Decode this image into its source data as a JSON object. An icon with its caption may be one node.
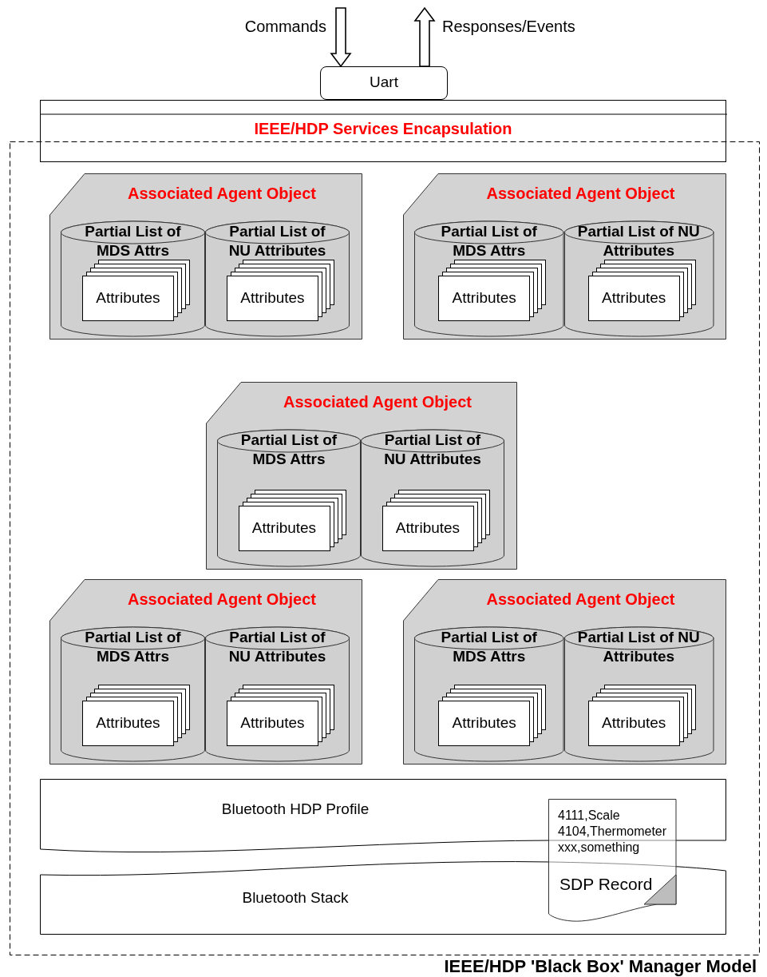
{
  "diagram": {
    "nodes": [
      {
        "text": [
          "IEEE/HDP 'Black Box' Manager Model"
        ]
      },
      {
        "text": [
          "Uart"
        ]
      },
      {
        "text": [
          "IEEE/HDP Services Encapsulation"
        ]
      },
      {
        "text": [
          "Associated Agent Object"
        ],
        "in": 0
      },
      {
        "text": [
          "Partial List of MDS Attrs"
        ],
        "in": 3
      },
      {
        "text": [
          "Attributes"
        ],
        "in": 4
      },
      {
        "text": [
          "Partial List of NU Attributes"
        ],
        "in": 3
      },
      {
        "text": [
          "Attributes"
        ],
        "in": 6
      },
      {
        "text": [
          "Associated Agent Object"
        ],
        "in": 0
      },
      {
        "text": [
          "Partial List of MDS Attrs"
        ],
        "in": 8
      },
      {
        "text": [
          "Attributes"
        ],
        "in": 9
      },
      {
        "text": [
          "Partial List of NU Attributes"
        ],
        "in": 8
      },
      {
        "text": [
          "Attributes"
        ],
        "in": 11
      },
      {
        "text": [
          "Associated Agent Object"
        ],
        "in": 0
      },
      {
        "text": [
          "Partial List of MDS Attrs"
        ],
        "in": 13
      },
      {
        "text": [
          "Attributes"
        ],
        "in": 14
      },
      {
        "text": [
          "Partial List of NU Attributes"
        ],
        "in": 13
      },
      {
        "text": [
          "Attributes"
        ],
        "in": 16
      },
      {
        "text": [
          "Associated Agent Object"
        ],
        "in": 0
      },
      {
        "text": [
          "Partial List of MDS Attrs"
        ],
        "in": 18
      },
      {
        "text": [
          "Attributes"
        ],
        "in": 19
      },
      {
        "text": [
          "Partial List of NU Attributes"
        ],
        "in": 18
      },
      {
        "text": [
          "Attributes"
        ],
        "in": 21
      },
      {
        "text": [
          "Associated Agent Object"
        ],
        "in": 0
      },
      {
        "text": [
          "Partial List of MDS Attrs"
        ],
        "in": 23
      },
      {
        "text": [
          "Attributes"
        ],
        "in": 24
      },
      {
        "text": [
          "Partial List of NU Attributes"
        ],
        "in": 23
      },
      {
        "text": [
          "Attributes"
        ],
        "in": 26
      },
      {
        "text": [
          "Bluetooth HDP Profile"
        ],
        "in": 0
      },
      {
        "text": [
          "Bluetooth Stack"
        ],
        "in": 0
      },
      {
        "text": [
          "4111,Scale",
          "4104,Thermometer",
          "xxx,something",
          "SDP Record"
        ],
        "in": 0
      }
    ],
    "edges": [
      {
        "from": null,
        "to": 1,
        "arrow": "to",
        "label": "Commands",
        "style": "thick"
      },
      {
        "from": 1,
        "to": null,
        "arrow": "to",
        "label": "Responses/Events",
        "style": "thick"
      }
    ]
  }
}
